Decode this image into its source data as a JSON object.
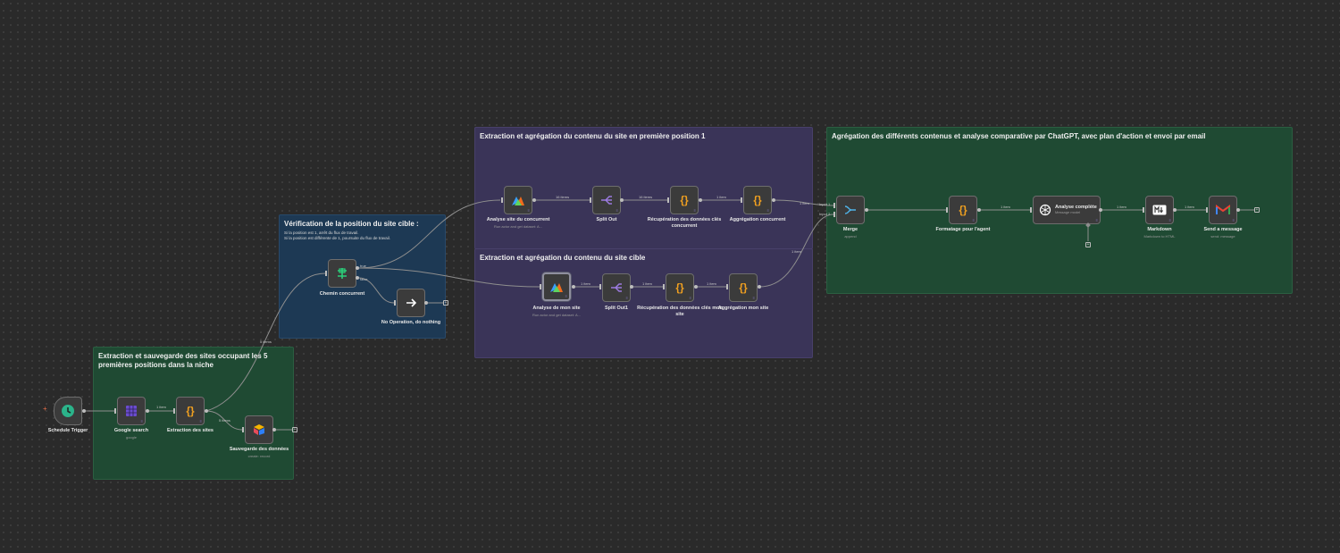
{
  "stickies": {
    "extraction": {
      "title": "Extraction et sauvegarde des sites occupant les 5 premières positions dans la niche"
    },
    "verification": {
      "title": "Vérification de la position du site cible :",
      "line1": "Si la position est 1, arrêt du flux de travail.",
      "line2": "Si la position est différente de 1, poursuite du flux de travail."
    },
    "premiere": {
      "title": "Extraction et agrégation du contenu du site en première position 1"
    },
    "cible": {
      "title": "Extraction et agrégation du contenu du site cible"
    },
    "aggregation": {
      "title": "Agrégation des différents contenus et analyse comparative par ChatGPT, avec plan d'action et envoi par email"
    }
  },
  "nodes": {
    "schedule": {
      "label": "Schedule Trigger",
      "icon": "clock-icon"
    },
    "google": {
      "label": "Google search",
      "sub": "google",
      "icon": "table-icon"
    },
    "extraction_sites": {
      "label": "Extraction des sites",
      "icon": "code-braces-icon"
    },
    "sauvegarde": {
      "label": "Sauvegarde des données",
      "sub": "create: record",
      "icon": "airtable-icon"
    },
    "chemin": {
      "label": "Chemin concurrent",
      "icon": "if-icon"
    },
    "noop": {
      "label": "No Operation, do nothing",
      "icon": "arrow-right-icon"
    },
    "analyse_concurrent": {
      "label": "Analyse site du concurrent",
      "sub": "Run actor and get dataset: A...",
      "icon": "apify-icon"
    },
    "split_out": {
      "label": "Split Out",
      "icon": "split-icon"
    },
    "recup_concurrent": {
      "label": "Récupération des données clés concurrent",
      "icon": "code-braces-icon"
    },
    "agg_concurrent": {
      "label": "Aggrégation concurrent",
      "icon": "code-braces-icon"
    },
    "analyse_mon_site": {
      "label": "Analyse de mon site",
      "sub": "Run actor and get dataset: A...",
      "icon": "apify-icon"
    },
    "split_out1": {
      "label": "Split Out1",
      "icon": "split-icon"
    },
    "recup_mon_site": {
      "label": "Récupération des données clés mon site",
      "icon": "code-braces-icon"
    },
    "agg_mon_site": {
      "label": "Aggrégation mon site",
      "icon": "code-braces-icon"
    },
    "merge": {
      "label": "Merge",
      "sub": "append",
      "icon": "merge-icon"
    },
    "formatage": {
      "label": "Formatage pour l'agent",
      "icon": "code-braces-icon"
    },
    "analyse_complete": {
      "title": "Analyse complète",
      "sub": "Message model",
      "icon": "openai-icon"
    },
    "markdown": {
      "label": "Markdown",
      "sub": "Markdown to HTML",
      "icon": "markdown-icon"
    },
    "send": {
      "label": "Send a message",
      "sub": "send: message",
      "icon": "gmail-icon"
    }
  },
  "edges": {
    "google_extraction": "1 item",
    "extraction_sauvegarde": "5 items",
    "extraction_chemin": "5 items",
    "chemin_true": "true",
    "chemin_false": "false",
    "analyse_split": "16 items",
    "split_recup": "16 items",
    "recup_agg": "1 item",
    "agg_merge": "1 item",
    "monsite_split": "1 item",
    "split1_recup": "1 item",
    "recup1_agg1": "1 item",
    "agg1_merge": "1 item",
    "merge_input1": "Input 1",
    "merge_input2": "Input 2",
    "formatage_analyse": "1 item",
    "analyse_markdown": "1 item",
    "markdown_send": "1 item"
  },
  "colors": {
    "canvas": "#2a2a2a",
    "sticky_green": "#1f4a33",
    "sticky_blue": "#1d3954",
    "sticky_purple": "#3a3458",
    "code_orange": "#f0a020",
    "badge_purple": "#8b7fd6"
  }
}
